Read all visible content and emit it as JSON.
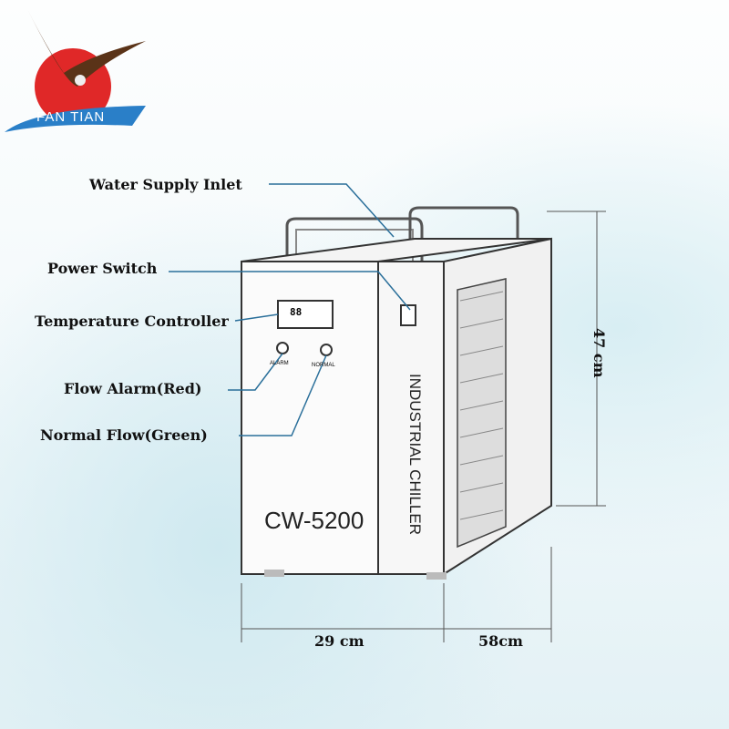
{
  "logo": {
    "brand": "FAN  TIAN"
  },
  "labels": {
    "water_inlet": "Water Supply Inlet",
    "power_switch": "Power Switch",
    "temp_controller": "Temperature Controller",
    "flow_alarm": "Flow Alarm(Red)",
    "normal_flow": "Normal Flow(Green)"
  },
  "device": {
    "model": "CW-5200",
    "side_text": "INDUSTRIAL CHILLER",
    "display": "88",
    "alarm_label": "ALARM",
    "normal_label": "NORMAL"
  },
  "dimensions": {
    "height": "47 cm",
    "width": "29 cm",
    "depth": "58cm"
  }
}
